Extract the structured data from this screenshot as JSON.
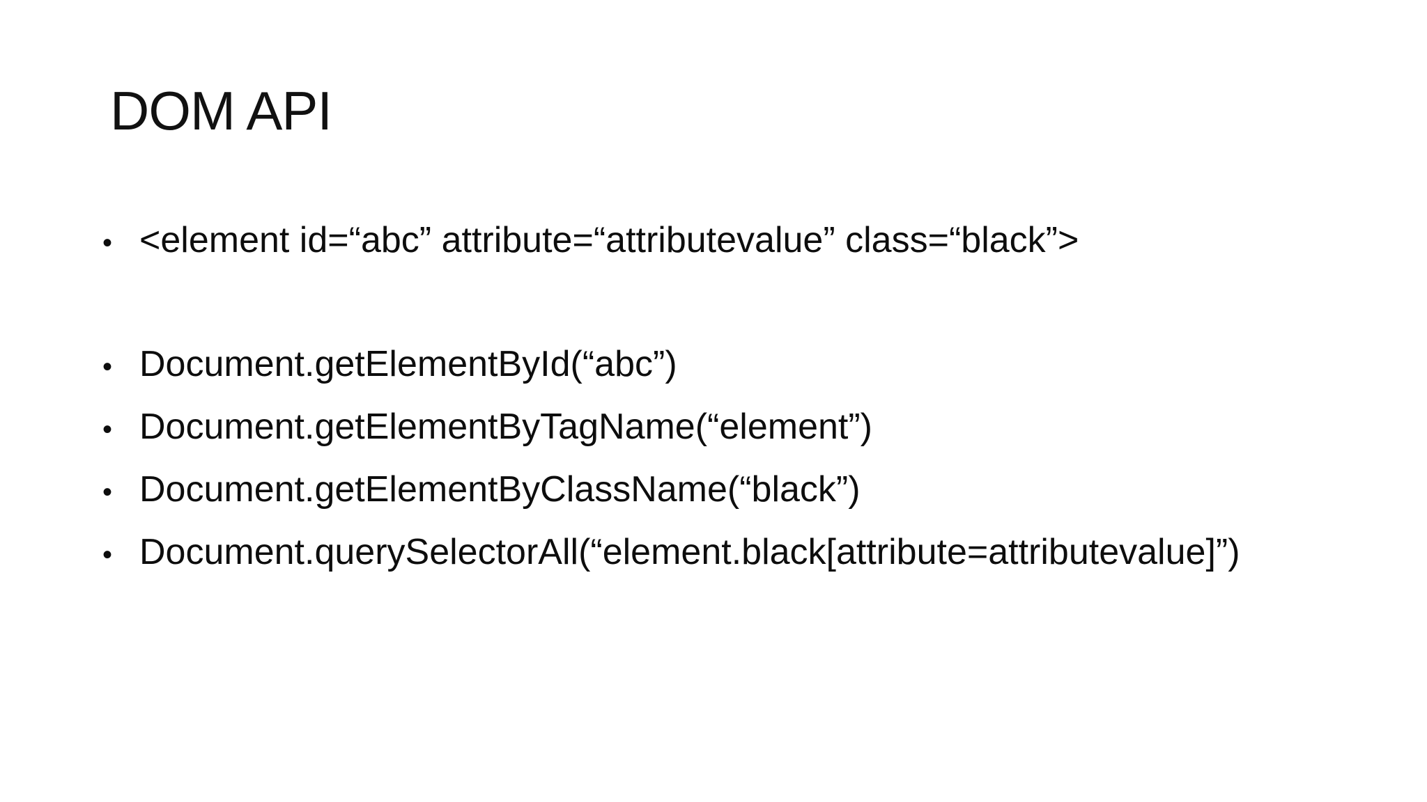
{
  "slide": {
    "title": "DOM API",
    "bullet_char": "•",
    "bullets": [
      "<element id=“abc” attribute=“attributevalue” class=“black”>",
      "Document.getElementById(“abc”)",
      "Document.getElementByTagName(“element”)",
      "Document.getElementByClassName(“black”)",
      "Document.querySelectorAll(“element.black[attribute=attributevalue]”)"
    ]
  }
}
